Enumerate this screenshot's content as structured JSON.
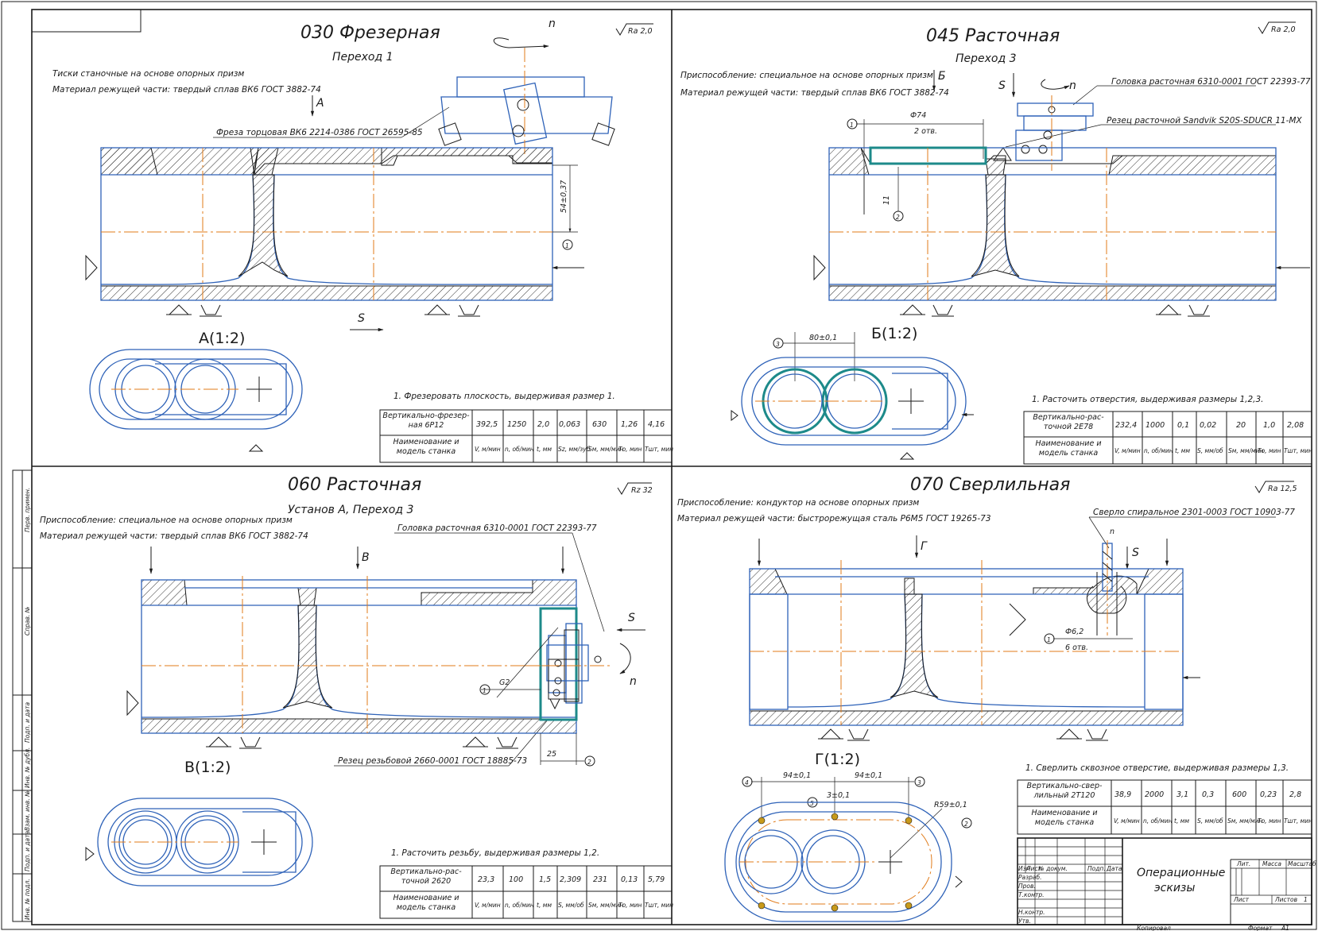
{
  "q1": {
    "title": "030 Фрезерная",
    "subtitle": "Переход 1",
    "roughness": "Ra 2,0",
    "note1": "Тиски станочные на основе опорных призм",
    "note2": "Материал режущей части: твердый сплав ВК6 ГОСТ 3882-74",
    "tool": "Фреза торцовая ВК6 2214-0386 ГОСТ 26595-85",
    "dim": "54±0,37",
    "view_letter": "А",
    "feed": "S",
    "rot": "n",
    "section": "А(1:2)",
    "task": "1. Фрезеровать плоскость, выдерживая размер 1.",
    "machine": "Вертикально-фрезер-ная 6Р12",
    "values": [
      "392,5",
      "1250",
      "2,0",
      "0,063",
      "630",
      "1,26",
      "4,16"
    ],
    "caption": "Наименование и модель станка",
    "units": [
      "V, м/мин",
      "n, об/мин",
      "t, мм",
      "Sz, мм/зуб",
      "Sм, мм/мин",
      "То, мин",
      "Тшт, мин"
    ]
  },
  "q2": {
    "title": "045 Расточная",
    "subtitle": "Переход 3",
    "roughness": "Ra 2,0",
    "note1": "Приспособление: специальное на основе опорных призм",
    "note2": "Материал режущей части: твердый сплав ВК6 ГОСТ 3882-74",
    "tool1": "Головка расточная 6310-0001 ГОСТ 22393-77",
    "tool2": "Резец расточной Sandvik S20S-SDUCR 11-MX",
    "dim1a": "Ф74",
    "dim1b": "2 отв.",
    "dim2": "11",
    "view_letter": "Б",
    "feed": "S",
    "rot": "n",
    "section": "Б(1:2)",
    "dim3": "80±0,1",
    "task": "1. Расточить отверстия, выдерживая размеры 1,2,3.",
    "machine": "Вертикально-рас-точной 2Е78",
    "values": [
      "232,4",
      "1000",
      "0,1",
      "0,02",
      "20",
      "1,0",
      "2,08"
    ],
    "caption": "Наименование и модель станка",
    "units": [
      "V, м/мин",
      "n, об/мин",
      "t, мм",
      "S, мм/об",
      "Sм, мм/мин",
      "То, мин",
      "Тшт, мин"
    ]
  },
  "q3": {
    "title": "060 Расточная",
    "subtitle": "Установ А, Переход 3",
    "roughness": "Rz 32",
    "note1": "Приспособление: специальное на основе опорных призм",
    "note2": "Материал режущей части: твердый сплав ВК6 ГОСТ 3882-74",
    "tool1": "Головка расточная 6310-0001 ГОСТ 22393-77",
    "tool2": "Резец резьбовой 2660-0001 ГОСТ 18885-73",
    "view_letter": "В",
    "feed": "S",
    "rot": "n",
    "thread": "G2",
    "dim": "25",
    "section": "В(1:2)",
    "task": "1. Расточить резьбу, выдерживая размеры 1,2.",
    "machine": "Вертикально-рас-точной 2620",
    "values": [
      "23,3",
      "100",
      "1,5",
      "2,309",
      "231",
      "0,13",
      "5,79"
    ],
    "caption": "Наименование и модель станка",
    "units": [
      "V, м/мин",
      "n, об/мин",
      "t, мм",
      "S, мм/об",
      "Sм, мм/мин",
      "То, мин",
      "Тшт, мин"
    ]
  },
  "q4": {
    "title": "070 Сверлильная",
    "roughness": "Ra 12,5",
    "note1": "Приспособление: кондуктор на основе опорных призм",
    "note2": "Материал режущей части: быстрорежущая сталь Р6М5 ГОСТ 19265-73",
    "tool": "Сверло спиральное 2301-0003 ГОСТ 10903-77",
    "dim1a": "Ф6,2",
    "dim1b": "6 отв.",
    "view_letter": "Г",
    "feed": "S",
    "rot": "n",
    "section": "Г(1:2)",
    "dim_a": "94±0,1",
    "dim_b": "94±0,1",
    "dim_c": "3±0,1",
    "dim_r": "R59±0,1",
    "task": "1. Сверлить сквозное отверстие, выдерживая размеры 1,3.",
    "machine": "Вертикально-свер-лильный 2Т120",
    "values": [
      "38,9",
      "2000",
      "3,1",
      "0,3",
      "600",
      "0,23",
      "2,8"
    ],
    "caption": "Наименование и модель станка",
    "units": [
      "V, м/мин",
      "n, об/мин",
      "t, мм",
      "S, мм/об",
      "Sм, мм/мин",
      "То, мин",
      "Тшт, мин"
    ]
  },
  "stamp": {
    "title1": "Операционные",
    "title2": "эскизы",
    "col_heads": [
      "Изм",
      "Лист",
      "№ докум.",
      "Подп.",
      "Дата"
    ],
    "row_heads": [
      "Разраб.",
      "Пров.",
      "Т.контр.",
      "Н.контр.",
      "Утв."
    ],
    "lit": "Лит.",
    "mass": "Масса",
    "scale": "Масштаб",
    "sheet": "Лист",
    "sheets": "Листов",
    "sheets_n": "1",
    "copied": "Копировал",
    "format": "Формат",
    "format_v": "А1"
  },
  "side": [
    "Перв. примен.",
    "Справ. №",
    "Подп. и дата",
    "Инв. № дубл.",
    "Взам. инв. №",
    "Подп. и дата",
    "Инв. № подл."
  ]
}
